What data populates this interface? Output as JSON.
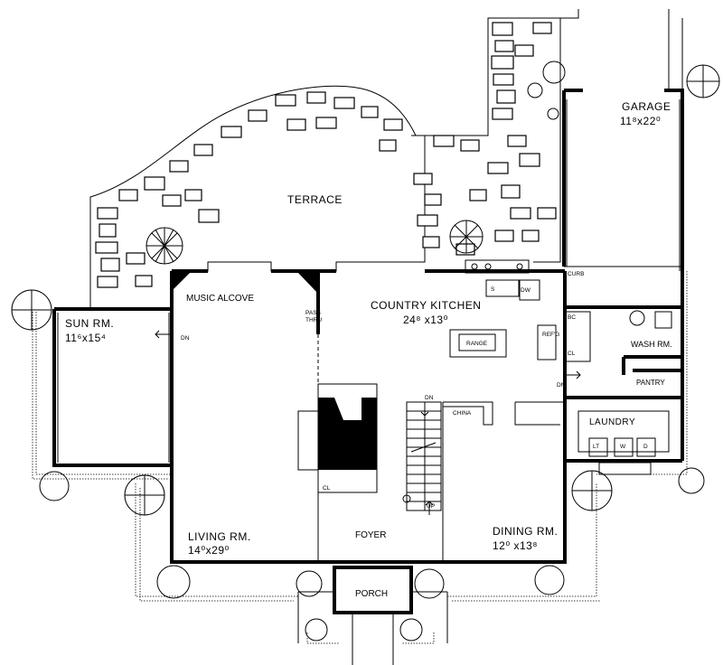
{
  "rooms": {
    "terrace": "TERRACE",
    "garage_name": "GARAGE",
    "garage_dims": "11⁸x22⁰",
    "sun_name": "SUN RM.",
    "sun_dims": "11⁶x15⁴",
    "music": "MUSIC ALCOVE",
    "kitchen_name": "COUNTRY KITCHEN",
    "kitchen_dims": "24⁸ x13⁰",
    "living_name": "LIVING RM.",
    "living_dims": "14⁰x29⁰",
    "dining_name": "DINING RM.",
    "dining_dims": "12⁰ x13⁸",
    "foyer": "FOYER",
    "porch": "PORCH",
    "wash": "WASH RM.",
    "pantry": "PANTRY",
    "laundry": "LAUNDRY"
  },
  "fixtures": {
    "range": "RANGE",
    "china": "CHINA",
    "curb": "CURB",
    "pass1": "PASS",
    "pass2": "THRU",
    "dw": "DW",
    "s": "S",
    "refg": "REF'G",
    "bc": "BC",
    "cl_kitchen": "CL",
    "cl_living": "CL",
    "dn_sun": "DN",
    "dn_stair": "DN",
    "dn_laundry": "DN",
    "up": "UP",
    "lt": "LT",
    "w": "W",
    "d": "D"
  }
}
